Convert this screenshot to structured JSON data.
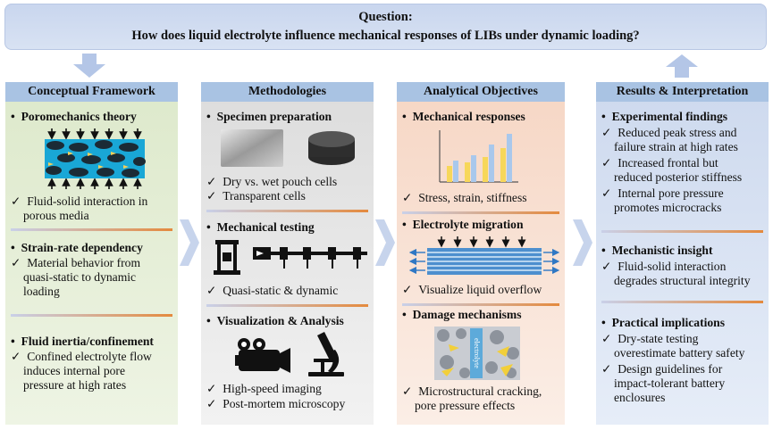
{
  "question": {
    "label": "Question:",
    "text": "How does liquid electrolyte influence mechanical responses of LIBs under dynamic loading?"
  },
  "columns": [
    {
      "title": "Conceptual Framework",
      "sections": [
        {
          "heading": "Poromechanics theory",
          "checks": [
            "Fluid-solid interaction in",
            "porous media"
          ]
        },
        {
          "heading": "Strain-rate dependency",
          "checks": [
            "Material behavior from",
            "quasi-static to dynamic",
            "loading"
          ]
        },
        {
          "heading": "Fluid inertia/confinement",
          "checks": [
            "Confined electrolyte flow",
            "induces internal pore",
            "pressure at high rates"
          ]
        }
      ]
    },
    {
      "title": "Methodologies",
      "sections": [
        {
          "heading": "Specimen preparation",
          "checks": [
            "Dry vs. wet pouch cells",
            "Transparent cells"
          ]
        },
        {
          "heading": "Mechanical testing",
          "checks": [
            "Quasi-static & dynamic"
          ]
        },
        {
          "heading": "Visualization & Analysis",
          "checks": [
            "High-speed imaging",
            "Post-mortem microscopy"
          ]
        }
      ]
    },
    {
      "title": "Analytical Objectives",
      "sections": [
        {
          "heading": "Mechanical responses",
          "checks": [
            "Stress, strain, stiffness"
          ]
        },
        {
          "heading": "Electrolyte migration",
          "checks": [
            "Visualize liquid overflow"
          ]
        },
        {
          "heading": "Damage mechanisms",
          "checks": [
            "Microstructural cracking,",
            "pore pressure effects"
          ],
          "figure_label": "electrolyte"
        }
      ]
    },
    {
      "title": "Results & Interpretation",
      "sections": [
        {
          "heading": "Experimental findings",
          "checks": [
            "Reduced peak stress and",
            "failure strain at high rates",
            "Increased frontal but",
            "reduced posterior stiffness",
            "Internal pore pressure",
            "promotes microcracks"
          ]
        },
        {
          "heading": "Mechanistic insight",
          "checks": [
            "Fluid-solid interaction",
            "degrades structural integrity"
          ]
        },
        {
          "heading": "Practical implications",
          "checks": [
            "Dry-state testing",
            "overestimate battery safety",
            "Design guidelines for",
            "impact-tolerant battery",
            "enclosures"
          ]
        }
      ]
    }
  ],
  "symbols": {
    "bullet": "•",
    "check": "✓"
  },
  "colors": {
    "header": "#a9c3e3",
    "accent_orange": "#e48a3e",
    "banner": "#c9d6ee",
    "arrow": "#b4c6e7"
  }
}
